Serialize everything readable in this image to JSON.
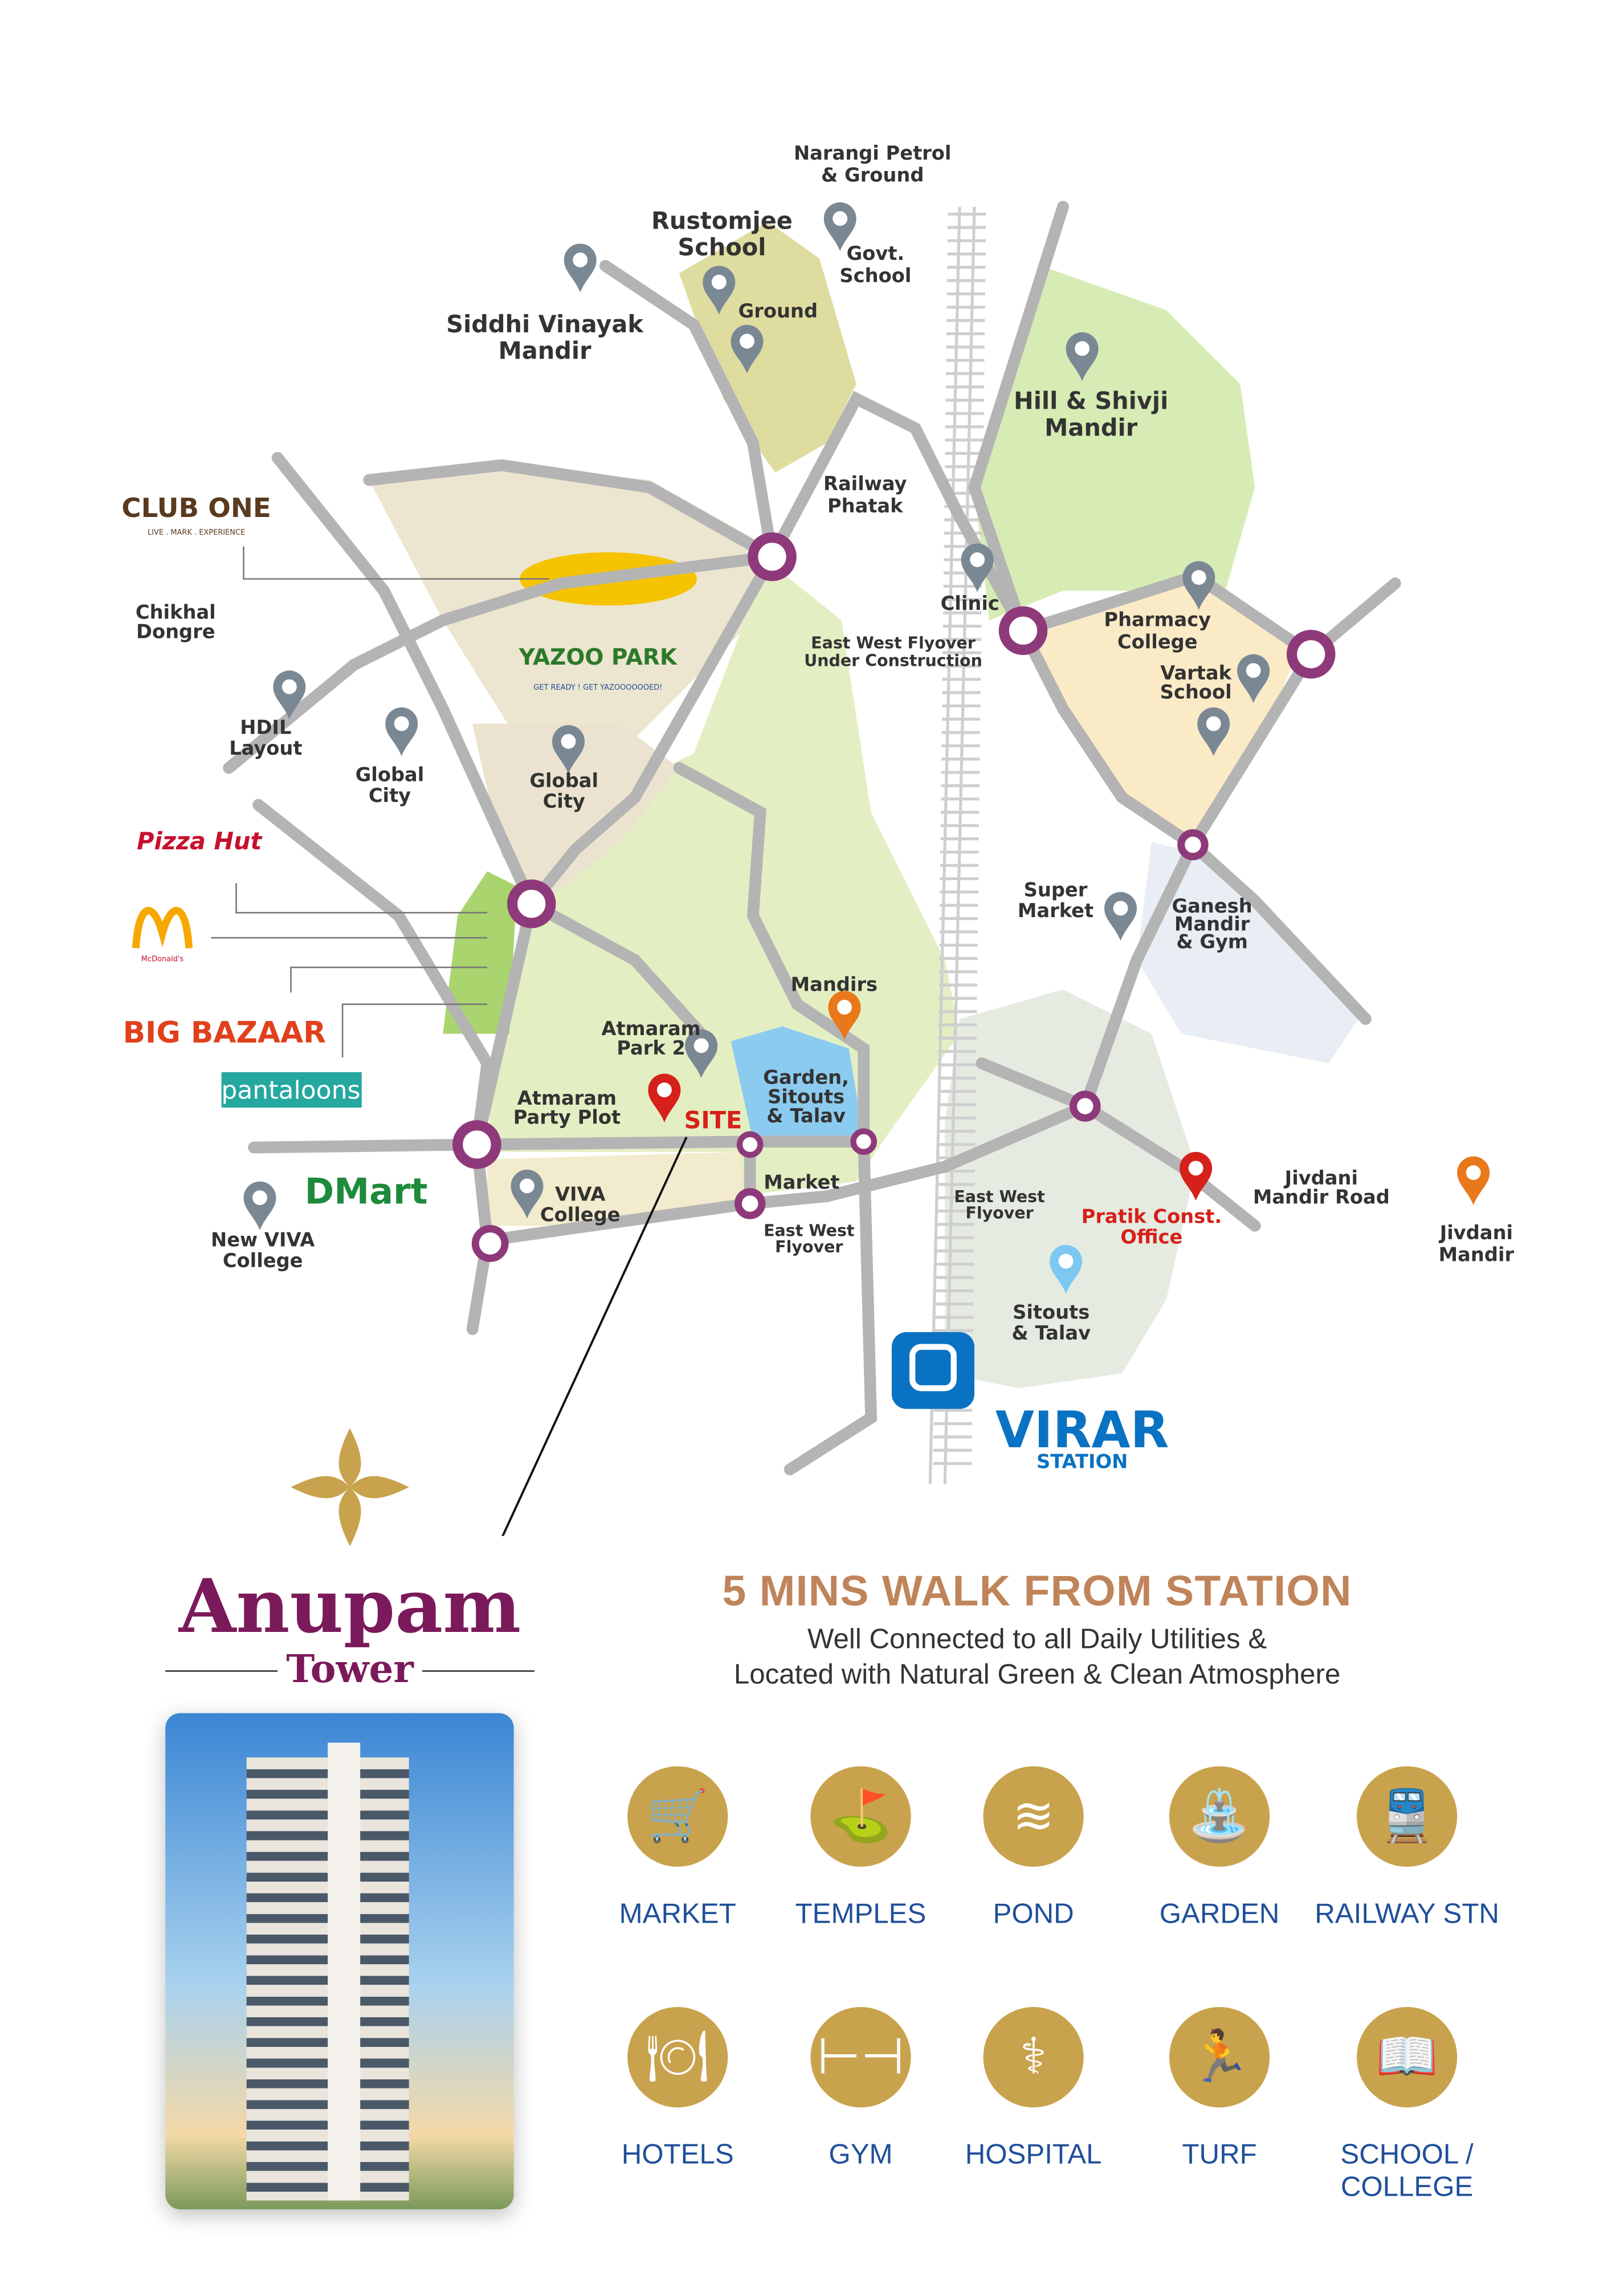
{
  "map": {
    "labels": {
      "narangi": [
        "Narangi Petrol",
        "& Ground"
      ],
      "rustomjee": [
        "Rustomjee",
        "School"
      ],
      "govt_school": [
        "Govt.",
        "School"
      ],
      "ground": "Ground",
      "siddhi": [
        "Siddhi Vinayak",
        "Mandir"
      ],
      "hill": [
        "Hill & Shivji",
        "Mandir"
      ],
      "railway_phatak": [
        "Railway",
        "Phatak"
      ],
      "chikhal": [
        "Chikhal",
        "Dongre"
      ],
      "clinic": "Clinic",
      "pharmacy": [
        "Pharmacy",
        "College"
      ],
      "ew_flyover_uc": [
        "East West Flyover",
        "Under Construction"
      ],
      "vartak": [
        "Vartak",
        "School"
      ],
      "hdil": [
        "HDIL",
        "Layout"
      ],
      "global_city_1": [
        "Global",
        "City"
      ],
      "global_city_2": [
        "Global",
        "City"
      ],
      "super_market": [
        "Super",
        "Market"
      ],
      "ganesh": [
        "Ganesh",
        "Mandir",
        "& Gym"
      ],
      "mandirs": "Mandirs",
      "atmaram_park": [
        "Atmaram",
        "Park 2"
      ],
      "garden": [
        "Garden,",
        "Sitouts",
        "& Talav"
      ],
      "atmaram_party": [
        "Atmaram",
        "Party Plot"
      ],
      "site": "SITE",
      "market": "Market",
      "viva": [
        "VIVA",
        "College"
      ],
      "ew_flyover_1": [
        "East West",
        "Flyover"
      ],
      "jivdani_road": [
        "Jivdani",
        "Mandir Road"
      ],
      "pratik": [
        "Pratik Const.",
        "Office"
      ],
      "ew_flyover_2": [
        "East West",
        "Flyover"
      ],
      "new_viva": [
        "New VIVA",
        "College"
      ],
      "jivdani_mandir": [
        "Jivdani",
        "Mandir"
      ],
      "sitouts": [
        "Sitouts",
        "& Talav"
      ],
      "virar": "VIRAR",
      "station": "STATION"
    },
    "brands": {
      "club_one": "CLUB ONE",
      "club_one_tag": "LIVE . MARK . EXPERIENCE",
      "yazoo": "YAZOO PARK",
      "yazoo_tag": "GET READY ! GET YAZOOOOOOED!",
      "pizza_hut": "Pizza Hut",
      "mcdonalds": "McDonald's",
      "big_bazaar": "BIG BAZAAR",
      "pantaloons": "pantaloons",
      "dmart": "DMart"
    }
  },
  "project": {
    "name": "Anupam",
    "sub": "Tower"
  },
  "headline": "5 MINS WALK FROM STATION",
  "subline1": "Well Connected to all Daily Utilities &",
  "subline2": "Located with Natural Green & Clean Atmosphere",
  "amenities": [
    {
      "label": "MARKET",
      "icon": "cart-icon",
      "glyph": "🛒"
    },
    {
      "label": "TEMPLES",
      "icon": "temple-icon",
      "glyph": "⛳"
    },
    {
      "label": "POND",
      "icon": "pond-icon",
      "glyph": "≋"
    },
    {
      "label": "GARDEN",
      "icon": "slide-icon",
      "glyph": "⛲"
    },
    {
      "label": "RAILWAY STN",
      "icon": "train-icon",
      "glyph": "🚆"
    },
    {
      "label": "HOTELS",
      "icon": "plate-icon",
      "glyph": "🍽"
    },
    {
      "label": "GYM",
      "icon": "dumbbell-icon",
      "glyph": "⊢⊣"
    },
    {
      "label": "HOSPITAL",
      "icon": "caduceus-icon",
      "glyph": "⚕"
    },
    {
      "label": "TURF",
      "icon": "runner-icon",
      "glyph": "🏃"
    },
    {
      "label": "SCHOOL / COLLEGE",
      "icon": "book-icon",
      "glyph": "📖"
    }
  ],
  "colors": {
    "road": "#b4b4b4",
    "junction": "#8e3a7a",
    "headline": "#c0845a",
    "amenity": "#c9a24d",
    "label": "#1f4f9a",
    "station": "#0a72c2"
  }
}
